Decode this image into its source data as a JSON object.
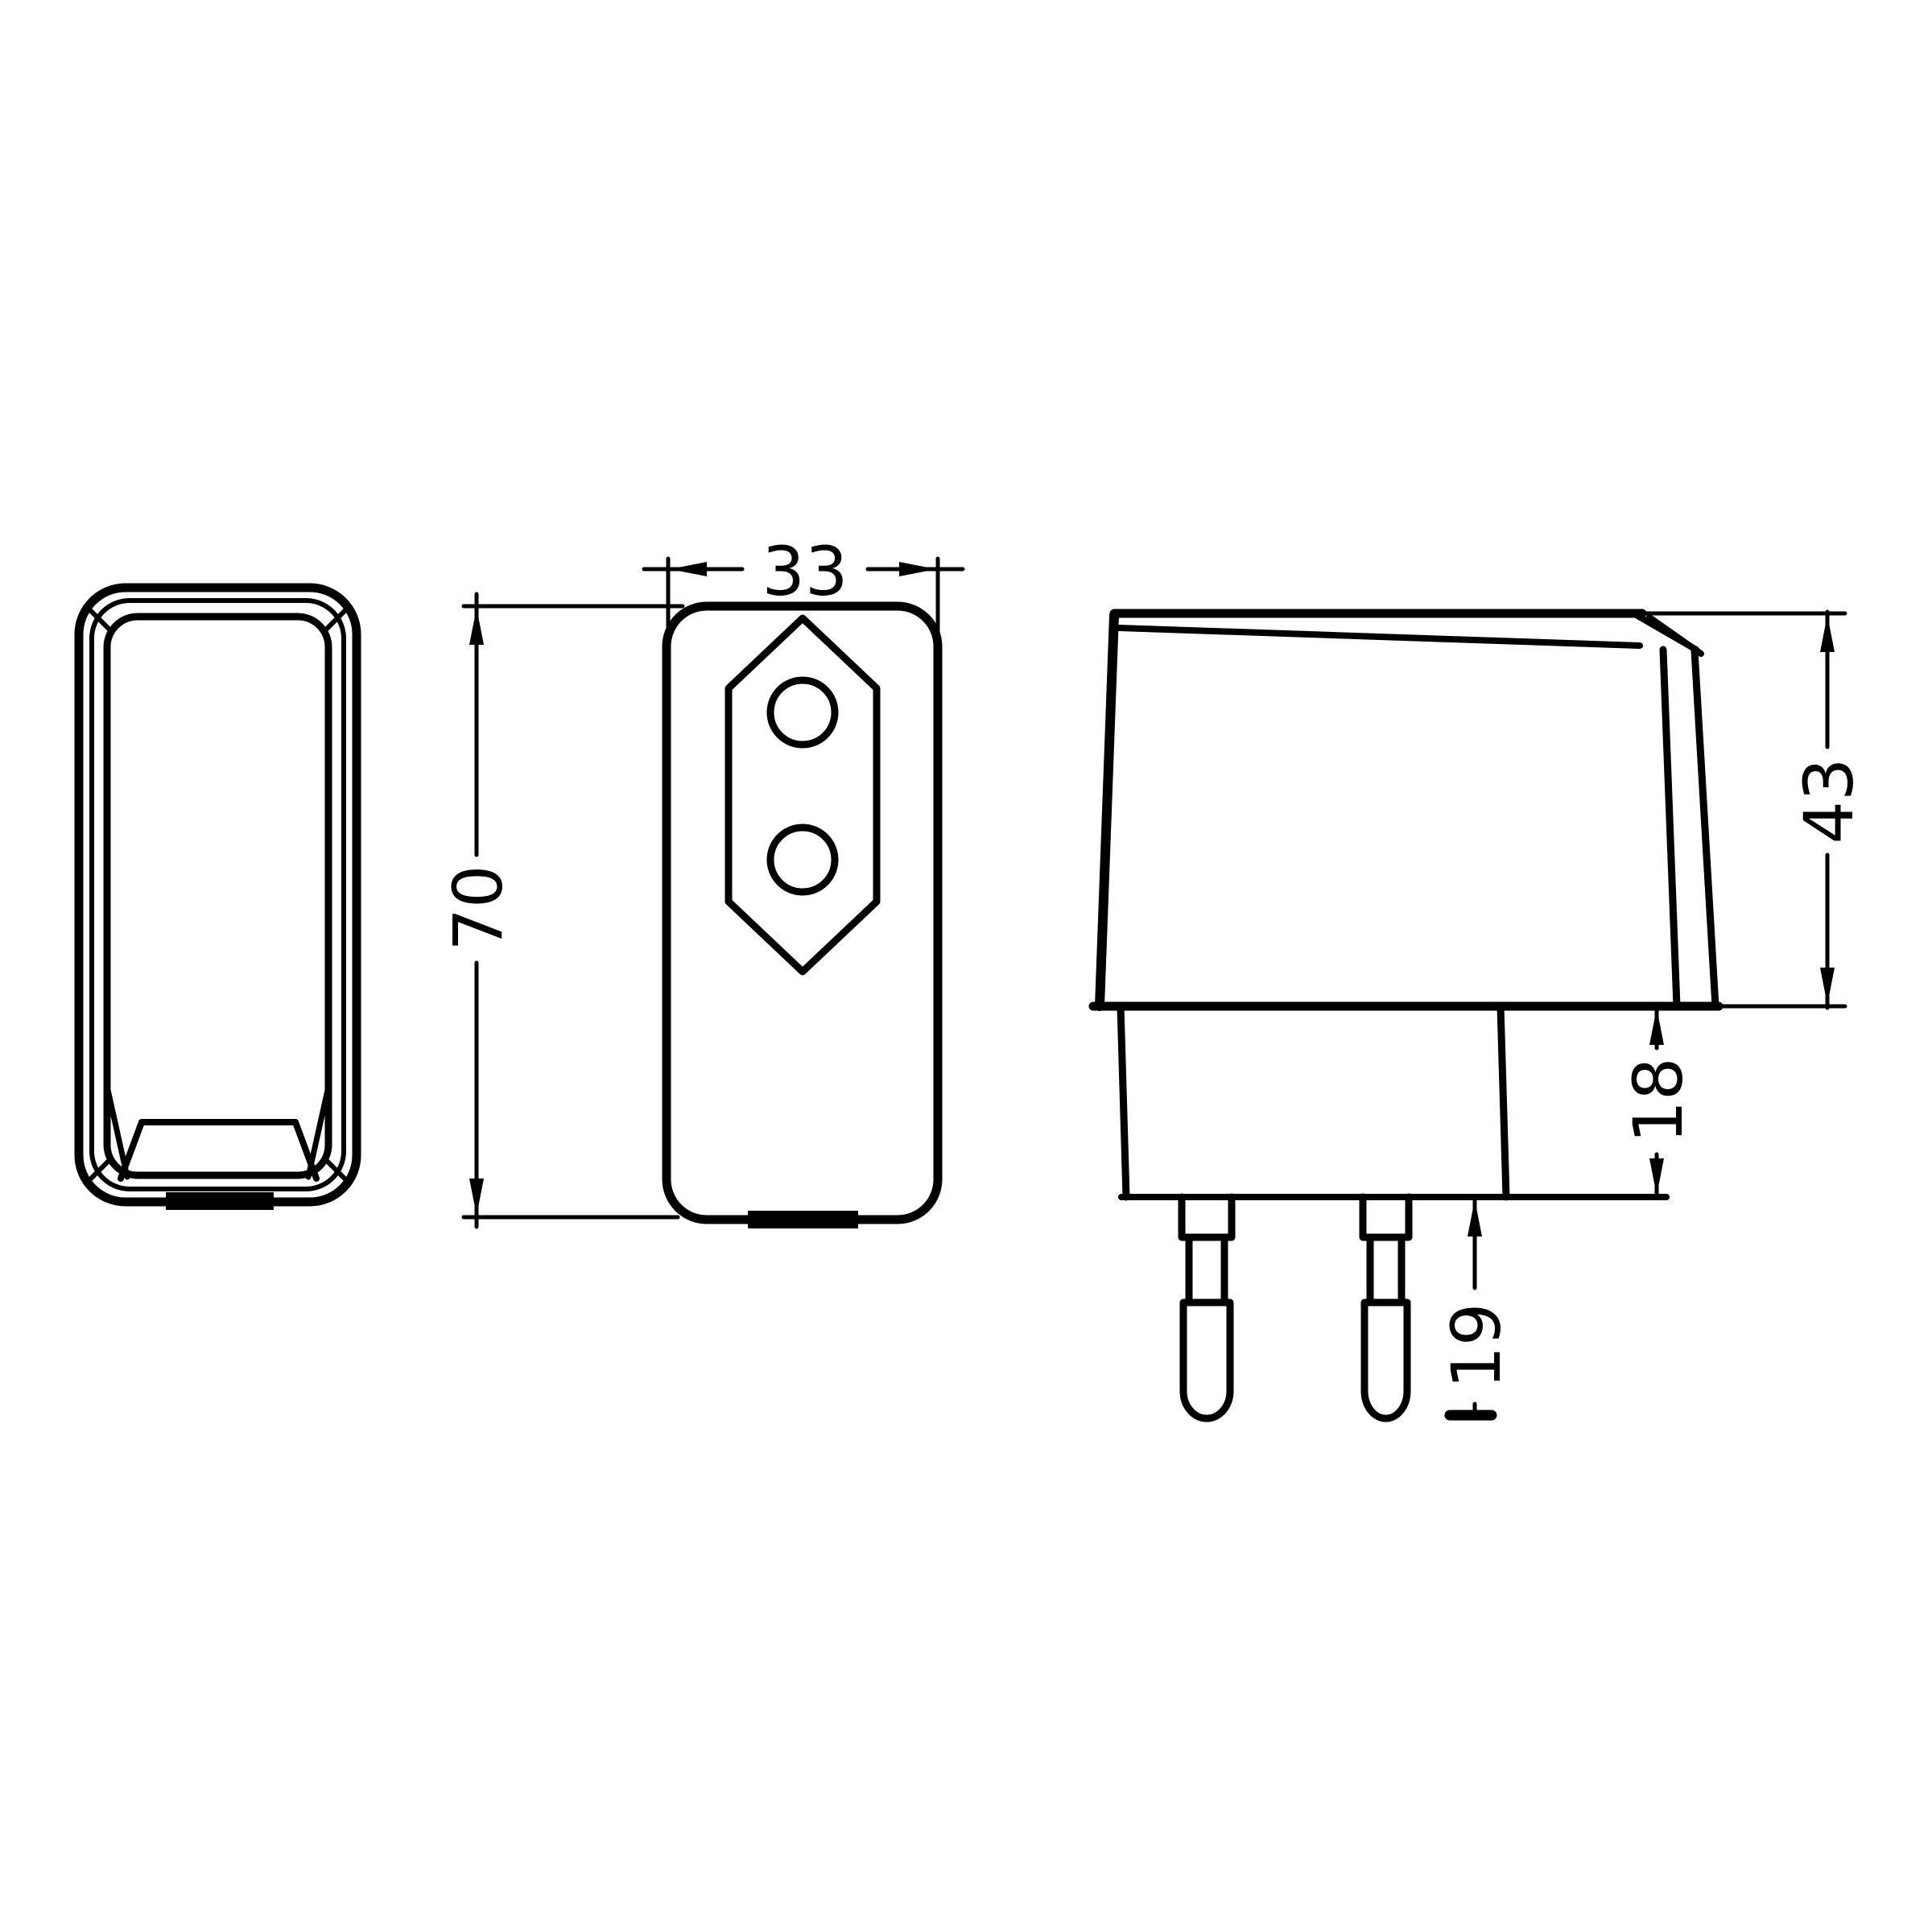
{
  "drawing": {
    "background": "#ffffff",
    "line_color": "#000000",
    "dimensions": {
      "front_width": "33",
      "front_height": "70",
      "side_body_height": "43",
      "side_base_height": "18",
      "pin_length": "19"
    }
  }
}
